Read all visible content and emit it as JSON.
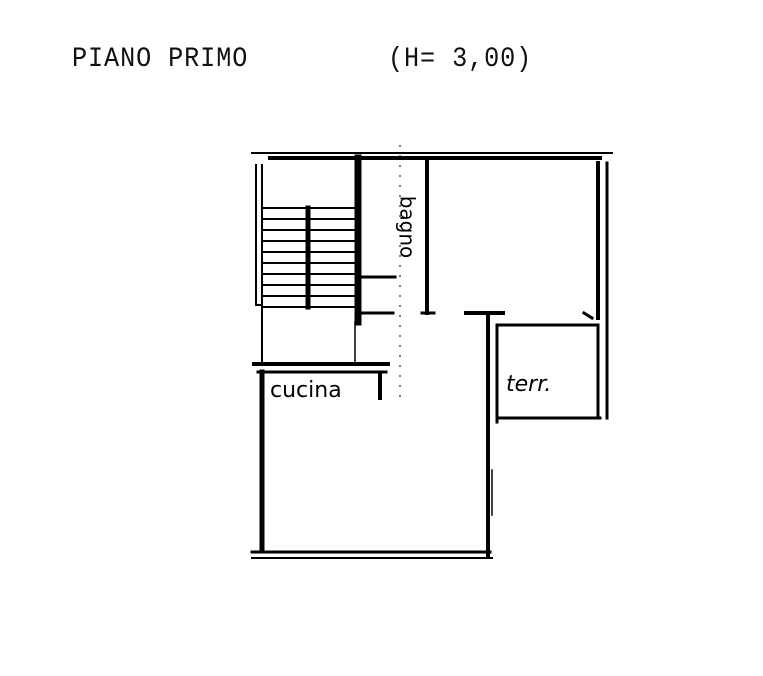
{
  "header": {
    "floor_title": "PIANO PRIMO",
    "height_note": "(H= 3,00)"
  },
  "rooms": [
    {
      "id": "bagno",
      "label": "bagno"
    },
    {
      "id": "cucina",
      "label": "cucina"
    },
    {
      "id": "terrazzo",
      "label": "terr."
    }
  ],
  "colors": {
    "wall": "#000000",
    "background": "#ffffff"
  }
}
